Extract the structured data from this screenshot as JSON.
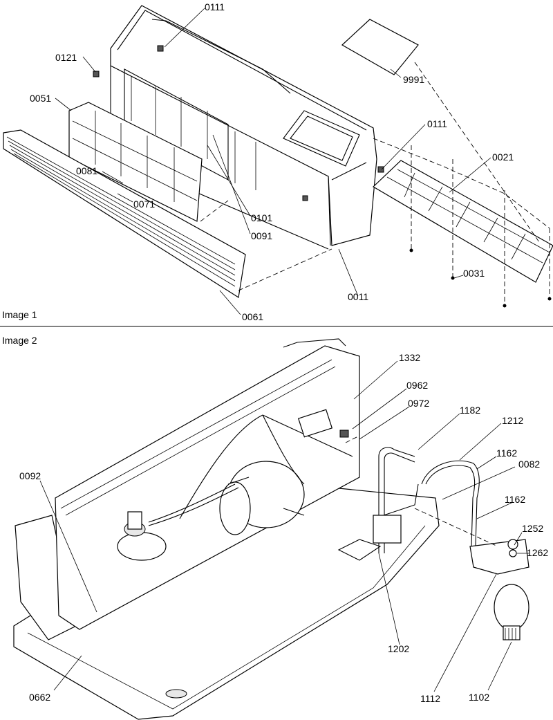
{
  "sections": {
    "image1": "Image 1",
    "image2": "Image 2"
  },
  "parts": {
    "p0111a": "0111",
    "p0121": "0121",
    "p9991": "9991",
    "p0051": "0051",
    "p0111b": "0111",
    "p0021": "0021",
    "p0081": "0081",
    "p0071": "0071",
    "p0101": "0101",
    "p0091": "0091",
    "p0031": "0031",
    "p0011": "0011",
    "p0061": "0061",
    "p1332": "1332",
    "p0962": "0962",
    "p0972": "0972",
    "p1182": "1182",
    "p1212": "1212",
    "p1162a": "1162",
    "p0082": "0082",
    "p0092": "0092",
    "p1162b": "1162",
    "p1252": "1252",
    "p1262": "1262",
    "p1202": "1202",
    "p0662": "0662",
    "p1112": "1112",
    "p1102": "1102"
  }
}
